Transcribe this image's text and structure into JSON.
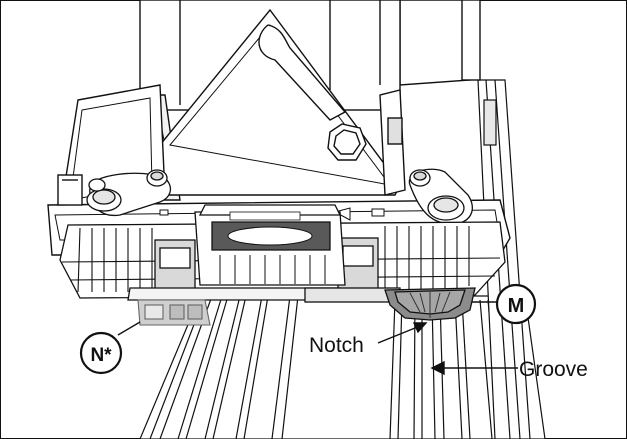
{
  "callouts": {
    "notch": "Notch",
    "groove": "Groove",
    "marker_m": "M",
    "marker_n": "N*"
  },
  "colors": {
    "line": "#111111",
    "light_gray": "#d9d9d9",
    "mid_gray": "#a6a6a6",
    "dark_gray": "#595959",
    "highlight_gray": "#8c8c8c"
  }
}
